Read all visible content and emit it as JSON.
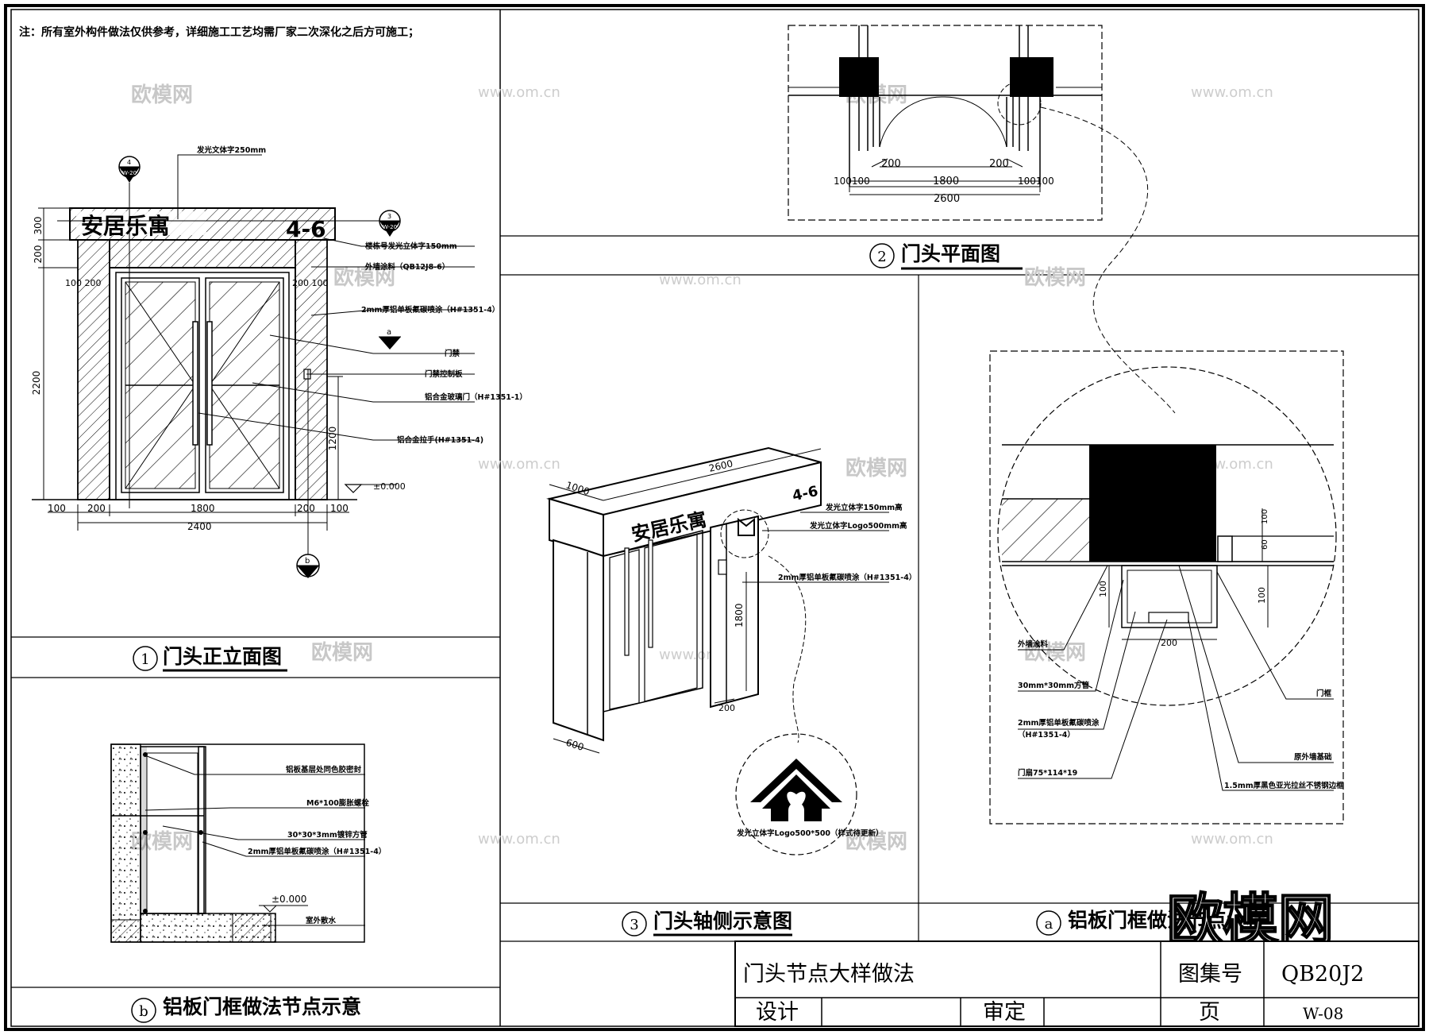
{
  "note": "注：所有室外构件做法仅供参考，详细施工工艺均需厂家二次深化之后方可施工；",
  "watermark": {
    "logo": "欧模网",
    "small_logo": "欧模网",
    "url": "www.om.cn"
  },
  "views": {
    "front": {
      "number": "1",
      "title": "门头正立面图",
      "sign_text": "安居乐寓",
      "sign_number": "4-6",
      "dims": {
        "d300": "300",
        "d200": "200",
        "d2200": "2200",
        "d1200": "1200",
        "d100": "100",
        "d200b": "200",
        "d1800": "1800",
        "d2400": "2400",
        "d100_200": "100 200",
        "d200_100": "200 100"
      },
      "elevation": "±0.000",
      "callouts": [
        "发光文体字250mm",
        "楼栋号发光立体字150mm",
        "外墙涂料（QB12J8-6）",
        "2mm厚铝单板氟碳喷涂（H#1351-4）",
        "门禁",
        "门禁控制板",
        "铝合金玻璃门（H#1351-1）",
        "铝合金拉手(H#1351-4)"
      ],
      "symbols": {
        "top": "4",
        "top_ref": "W-20",
        "right": "3",
        "right_ref": "W-20",
        "mid": "a",
        "bottom": "b"
      }
    },
    "plan": {
      "number": "2",
      "title": "门头平面图",
      "dims": {
        "left200": "200",
        "right200": "200",
        "left100": "100100",
        "mid1800": "1800",
        "right100": "100100",
        "total": "2600"
      }
    },
    "axon": {
      "number": "3",
      "title": "门头轴侧示意图",
      "sign_text": "安居乐寓",
      "sign_number": "4-6",
      "dims": {
        "d1000": "1000",
        "d2600": "2600",
        "d600": "600",
        "d1800": "1800",
        "d200": "200"
      },
      "callouts": [
        "发光立体字150mm高",
        "发光立体字Logo500mm高",
        "2mm厚铝单板氟碳喷涂（H#1351-4）"
      ],
      "logo_caption": "发光立体字Logo500*500（样式待更新）"
    },
    "detail_a": {
      "number": "a",
      "title": "铝板门框做法节点大样",
      "dims": {
        "d100": "100",
        "d200": "200",
        "d100b": "100",
        "d60": "60",
        "d100c": "100"
      },
      "callouts_left": [
        "外墙涂料",
        "30mm*30mm方管",
        "2mm厚铝单板氟碳喷涂",
        "（H#1351-4）",
        "门扇75*114*19"
      ],
      "callouts_right": [
        "门框",
        "原外墙基础",
        "1.5mm厚黑色亚光拉丝不锈钢边框"
      ]
    },
    "detail_b": {
      "number": "b",
      "title": "铝板门框做法节点示意",
      "elevation": "±0.000",
      "callouts": [
        "铝板基层处同色胶密封",
        "M6*100膨胀螺栓",
        "30*30*3mm镀锌方管",
        "2mm厚铝单板氟碳喷涂（H#1351-4）",
        "室外散水"
      ]
    }
  },
  "title_block": {
    "drawing_name": "门头节点大样做法",
    "atlas_label": "图集号",
    "atlas_value": "QB20J2",
    "design_label": "设计",
    "review_label": "审定",
    "page_label": "页",
    "page_value": "W-08"
  }
}
